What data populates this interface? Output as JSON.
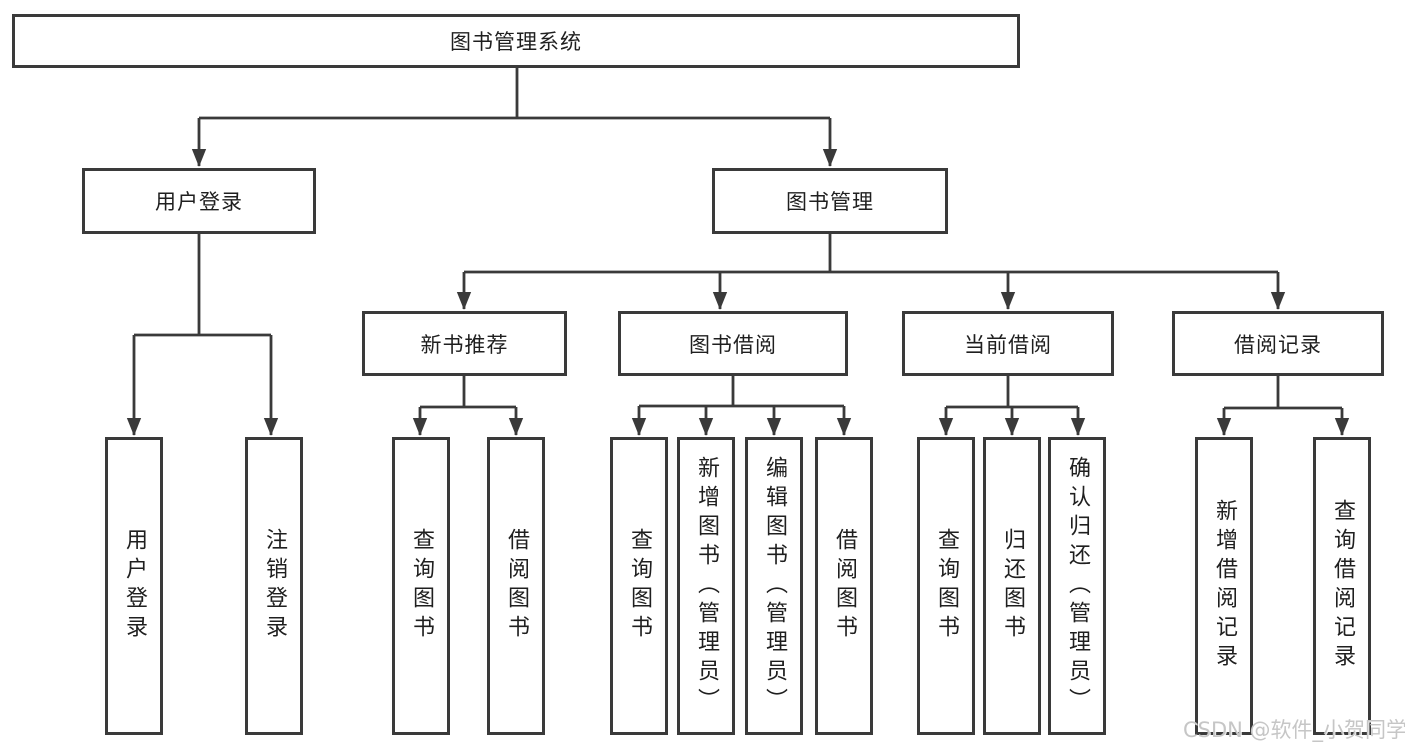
{
  "diagram": {
    "title": "图书管理系统",
    "root": {
      "label": "图书管理系统"
    },
    "branches": {
      "user_login": {
        "label": "用户登录",
        "children": [
          "用户登录",
          "注销登录"
        ]
      },
      "book_mgmt": {
        "label": "图书管理",
        "sections": {
          "new_books": {
            "label": "新书推荐",
            "children": [
              "查询图书",
              "借阅图书"
            ]
          },
          "book_borrow": {
            "label": "图书借阅",
            "children": [
              "查询图书",
              "新增图书（管理员）",
              "编辑图书（管理员）",
              "借阅图书"
            ]
          },
          "current_borrow": {
            "label": "当前借阅",
            "children": [
              "查询图书",
              "归还图书",
              "确认归还（管理员）"
            ]
          },
          "borrow_records": {
            "label": "借阅记录",
            "children": [
              "新增借阅记录",
              "查询借阅记录"
            ]
          }
        }
      }
    }
  },
  "watermark": "CSDN @软件_小贺同学",
  "colors": {
    "line": "#3a3a3a",
    "text": "#1f1f1f",
    "watermark": "#c6c6c6",
    "background": "#ffffff"
  }
}
